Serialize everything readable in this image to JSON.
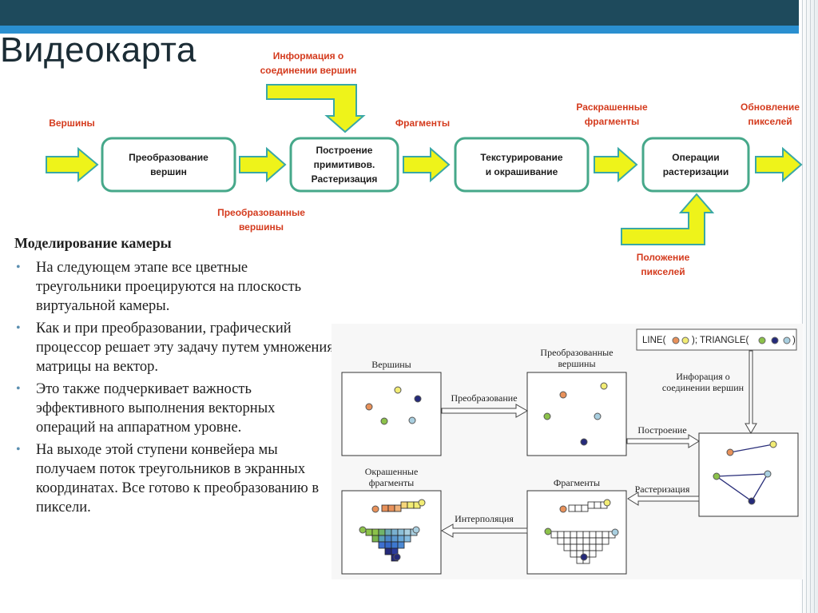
{
  "header": {
    "title": "Видеокарта"
  },
  "pipeline": {
    "input_label": "Вершины",
    "boxes": [
      "Преобразование\nвершин",
      "Построение\nпримитивов.\nРастеризация",
      "Текстурирование\nи окрашивание",
      "Операции\nрастеризации"
    ],
    "connectivity_label": "Информация о\nсоединении вершин",
    "transformed_label": "Преобразованные\nвершины",
    "fragments_label": "Фрагменты",
    "colored_fragments_label": "Раскрашенные\nфрагменты",
    "output_label": "Обновление\nпикселей",
    "pixel_position_label": "Положение\nпикселей",
    "colors": {
      "arrow_fill": "#eef31a",
      "arrow_stroke": "#3aa8a6",
      "box_border": "#46a88a",
      "label": "#d43b1e"
    }
  },
  "content": {
    "heading": "Моделирование камеры",
    "bullets": [
      "На следующем этапе все цветные треугольники проецируются на плоскость виртуальной камеры.",
      "Как и при преобразовании, графический процессор решает эту задачу путем умножения матрицы на вектор.",
      "Это также подчеркивает важность эффективного выполнения векторных операций на аппаратном уровне.",
      "На выходе этой ступени конвейера мы получаем поток треугольников в экранных координатах. Все готово к преобразованию в пиксели."
    ]
  },
  "figure": {
    "legend_text_1": "LINE(",
    "legend_text_2": "); TRIANGLE(",
    "legend_text_3": ")",
    "panel_vertices": "Вершины",
    "panel_transformed": "Преобразованные\nвершины",
    "panel_connectivity": "Инфорация о\nсоединении вершин",
    "panel_colored": "Окрашенные\nфрагменты",
    "panel_fragments": "Фрагменты",
    "arrow_transform": "Преобразование",
    "arrow_build": "Построение",
    "arrow_raster": "Растеризация",
    "arrow_interp": "Интерполяция",
    "colors": {
      "orange": "#e8915a",
      "yellow": "#f2ec74",
      "green": "#8cc24a",
      "navy": "#252a7a",
      "lightblue": "#a9cfe0",
      "blue": "#3d6fd0"
    }
  }
}
